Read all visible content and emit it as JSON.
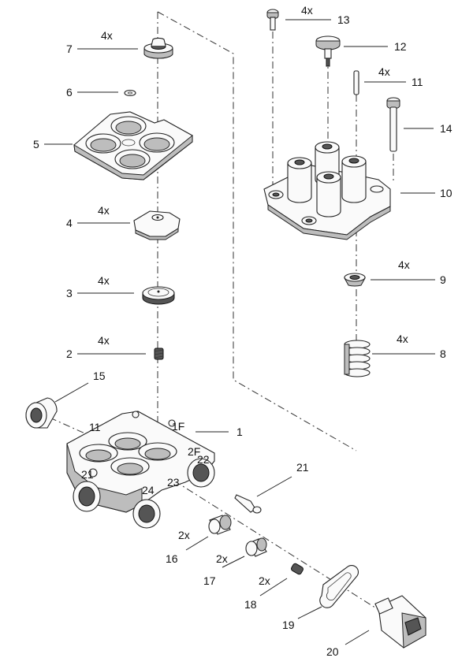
{
  "diagram": {
    "callouts": [
      {
        "id": "1",
        "qty": ""
      },
      {
        "id": "2",
        "qty": "4x"
      },
      {
        "id": "3",
        "qty": "4x"
      },
      {
        "id": "4",
        "qty": "4x"
      },
      {
        "id": "5",
        "qty": ""
      },
      {
        "id": "6",
        "qty": ""
      },
      {
        "id": "7",
        "qty": "4x"
      },
      {
        "id": "8",
        "qty": "4x"
      },
      {
        "id": "9",
        "qty": "4x"
      },
      {
        "id": "10",
        "qty": ""
      },
      {
        "id": "11",
        "qty": "4x"
      },
      {
        "id": "12",
        "qty": ""
      },
      {
        "id": "13",
        "qty": "4x"
      },
      {
        "id": "14",
        "qty": ""
      },
      {
        "id": "15",
        "qty": ""
      },
      {
        "id": "16",
        "qty": "2x"
      },
      {
        "id": "17",
        "qty": "2x"
      },
      {
        "id": "18",
        "qty": "2x"
      },
      {
        "id": "19",
        "qty": ""
      },
      {
        "id": "20",
        "qty": ""
      },
      {
        "id": "21",
        "qty": ""
      }
    ],
    "port_marks": [
      "11",
      "1F",
      "21",
      "2F",
      "22",
      "23",
      "24"
    ]
  }
}
